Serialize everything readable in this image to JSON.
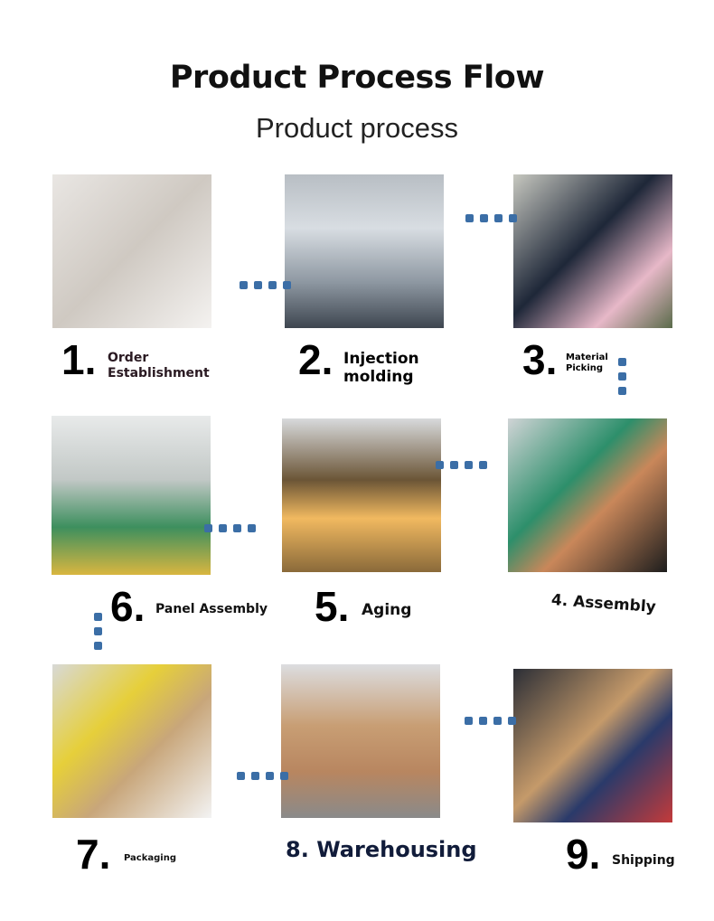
{
  "header": {
    "title": "Product Process Flow",
    "subtitle": "Product process"
  },
  "steps": [
    {
      "num": "1.",
      "label_line1": "Order",
      "label_line2": "Establishment"
    },
    {
      "num": "2.",
      "label_line1": "Injection",
      "label_line2": "molding"
    },
    {
      "num": "3.",
      "label_line1": "Material",
      "label_line2": "Picking"
    },
    {
      "num": "4.",
      "label": "Assembly"
    },
    {
      "num": "5.",
      "label": "Aging"
    },
    {
      "num": "6.",
      "label": "Panel Assembly"
    },
    {
      "num": "7.",
      "label": "Packaging"
    },
    {
      "num": "8.",
      "label": "Warehousing"
    },
    {
      "num": "9.",
      "label": "Shipping"
    }
  ],
  "colors": {
    "connector": "#3b6ea6"
  }
}
